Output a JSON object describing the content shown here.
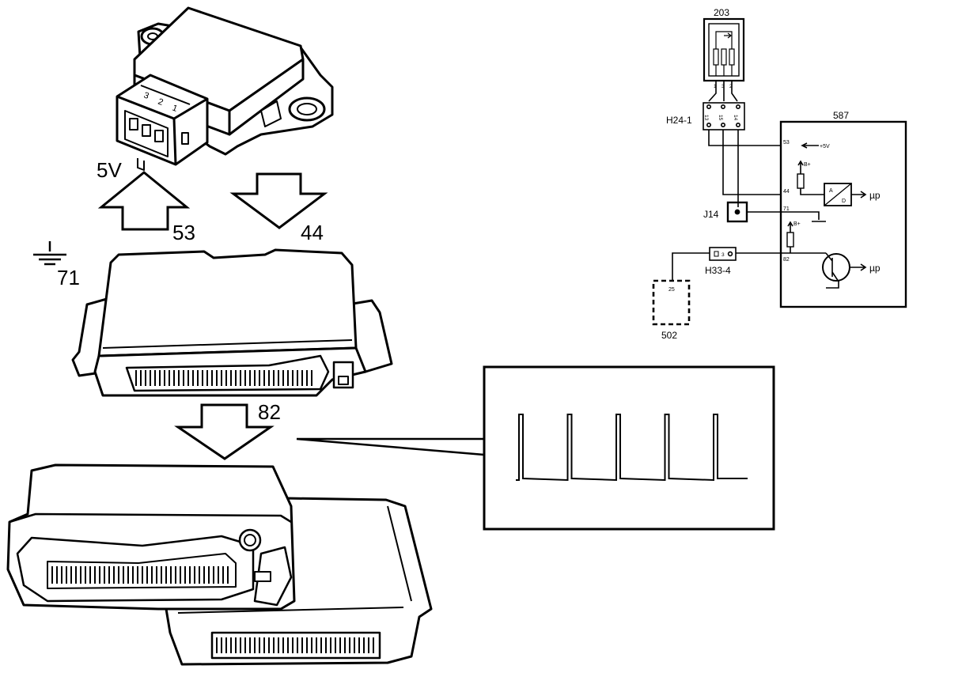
{
  "labels": {
    "voltage": "5V",
    "pin_53": "53",
    "pin_44": "44",
    "pin_71": "71",
    "pin_82": "82"
  },
  "schematic": {
    "sensor_id": "203",
    "sensor_pins": [
      "1",
      "3",
      "2"
    ],
    "connector_h24": "H24-1",
    "h24_pins": [
      "13",
      "15",
      "14"
    ],
    "ecu_id": "587",
    "ecu_pin_53": "53",
    "ecu_pin_44": "44",
    "ecu_pin_71": "71",
    "ecu_pin_82": "82",
    "ref_voltage": "+5V",
    "supply_1": "B+",
    "supply_2": "B+",
    "adc_a": "A",
    "adc_d": "D",
    "mu_1": "µp",
    "mu_2": "µp",
    "splice": "J14",
    "connector_h33": "H33-4",
    "h33_pin": "3",
    "module_id": "502",
    "module_pin": "25"
  },
  "scope": {
    "pulse_count": 5
  }
}
